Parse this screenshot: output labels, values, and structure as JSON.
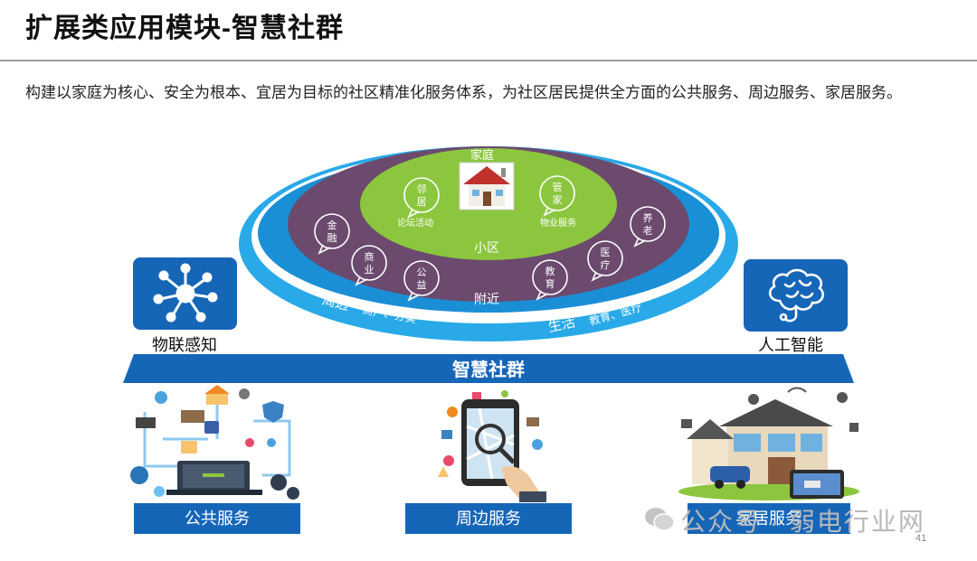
{
  "title": "扩展类应用模块-智慧社群",
  "description": "构建以家庭为核心、安全为根本、宜居为目标的社区精准化服务体系，为社区居民提供全方面的公共服务、周边服务、家居服务。",
  "ring": {
    "home_label": "家庭",
    "community_label": "小区",
    "nearby_label": "附近",
    "bubbles_inner": [
      {
        "text": "邻居"
      },
      {
        "text": "管家"
      }
    ],
    "inner_captions": [
      "论坛活动",
      "物业服务"
    ],
    "bubbles_outer": [
      {
        "text": "金融"
      },
      {
        "text": "商业"
      },
      {
        "text": "公益"
      },
      {
        "text": "教育"
      },
      {
        "text": "医疗"
      },
      {
        "text": "养老"
      }
    ],
    "outer_left_big": "周边",
    "outer_left_small": "商户、分类",
    "outer_right_big": "生活",
    "outer_right_small": "教育、医疗"
  },
  "left_icon_label": "物联感知",
  "right_icon_label": "人工智能",
  "bar_label": "智慧社群",
  "services": [
    "公共服务",
    "周边服务",
    "家居服务"
  ],
  "watermark": "公众号 · 弱电行业网",
  "page_number": "41",
  "colors": {
    "blue": "#1666b8",
    "ring_light": "#29a9e8",
    "purple": "#6b4a6e",
    "green": "#8cc63f"
  },
  "icons": {
    "left": "iot-network-icon",
    "right": "brain-icon",
    "house": "house-icon"
  }
}
